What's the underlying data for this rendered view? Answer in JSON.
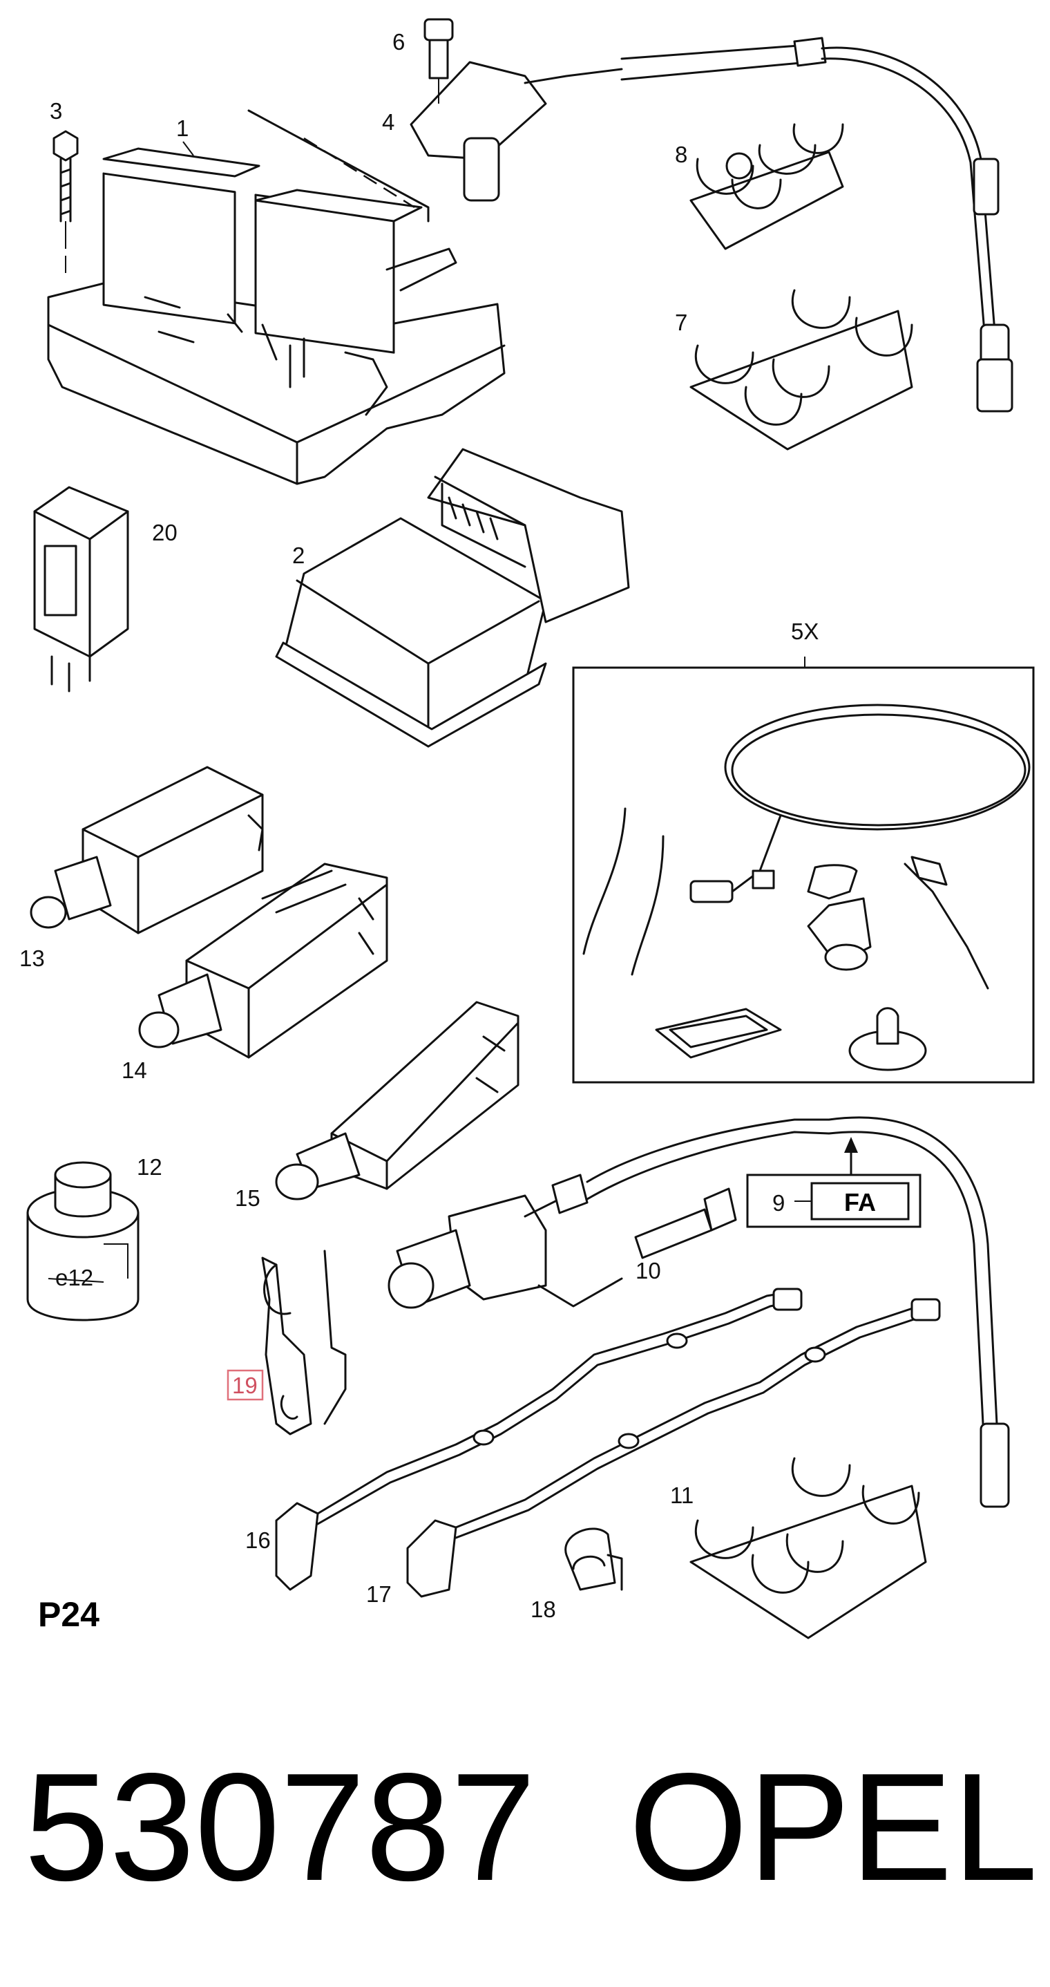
{
  "callouts": {
    "c1": "1",
    "c2": "2",
    "c3": "3",
    "c4": "4",
    "c5x": "5X",
    "c6": "6",
    "c7": "7",
    "c8": "8",
    "c9": "9",
    "c10": "10",
    "c11": "11",
    "c12": "12",
    "c13": "13",
    "c14": "14",
    "c15": "15",
    "c16": "16",
    "c17": "17",
    "c18": "18",
    "c19": "19",
    "c20": "20"
  },
  "fa_label": "FA",
  "page_code": "P24",
  "footer": {
    "part_number": "530787",
    "brand": "OPEL"
  },
  "highlight_color": "#e0707a"
}
